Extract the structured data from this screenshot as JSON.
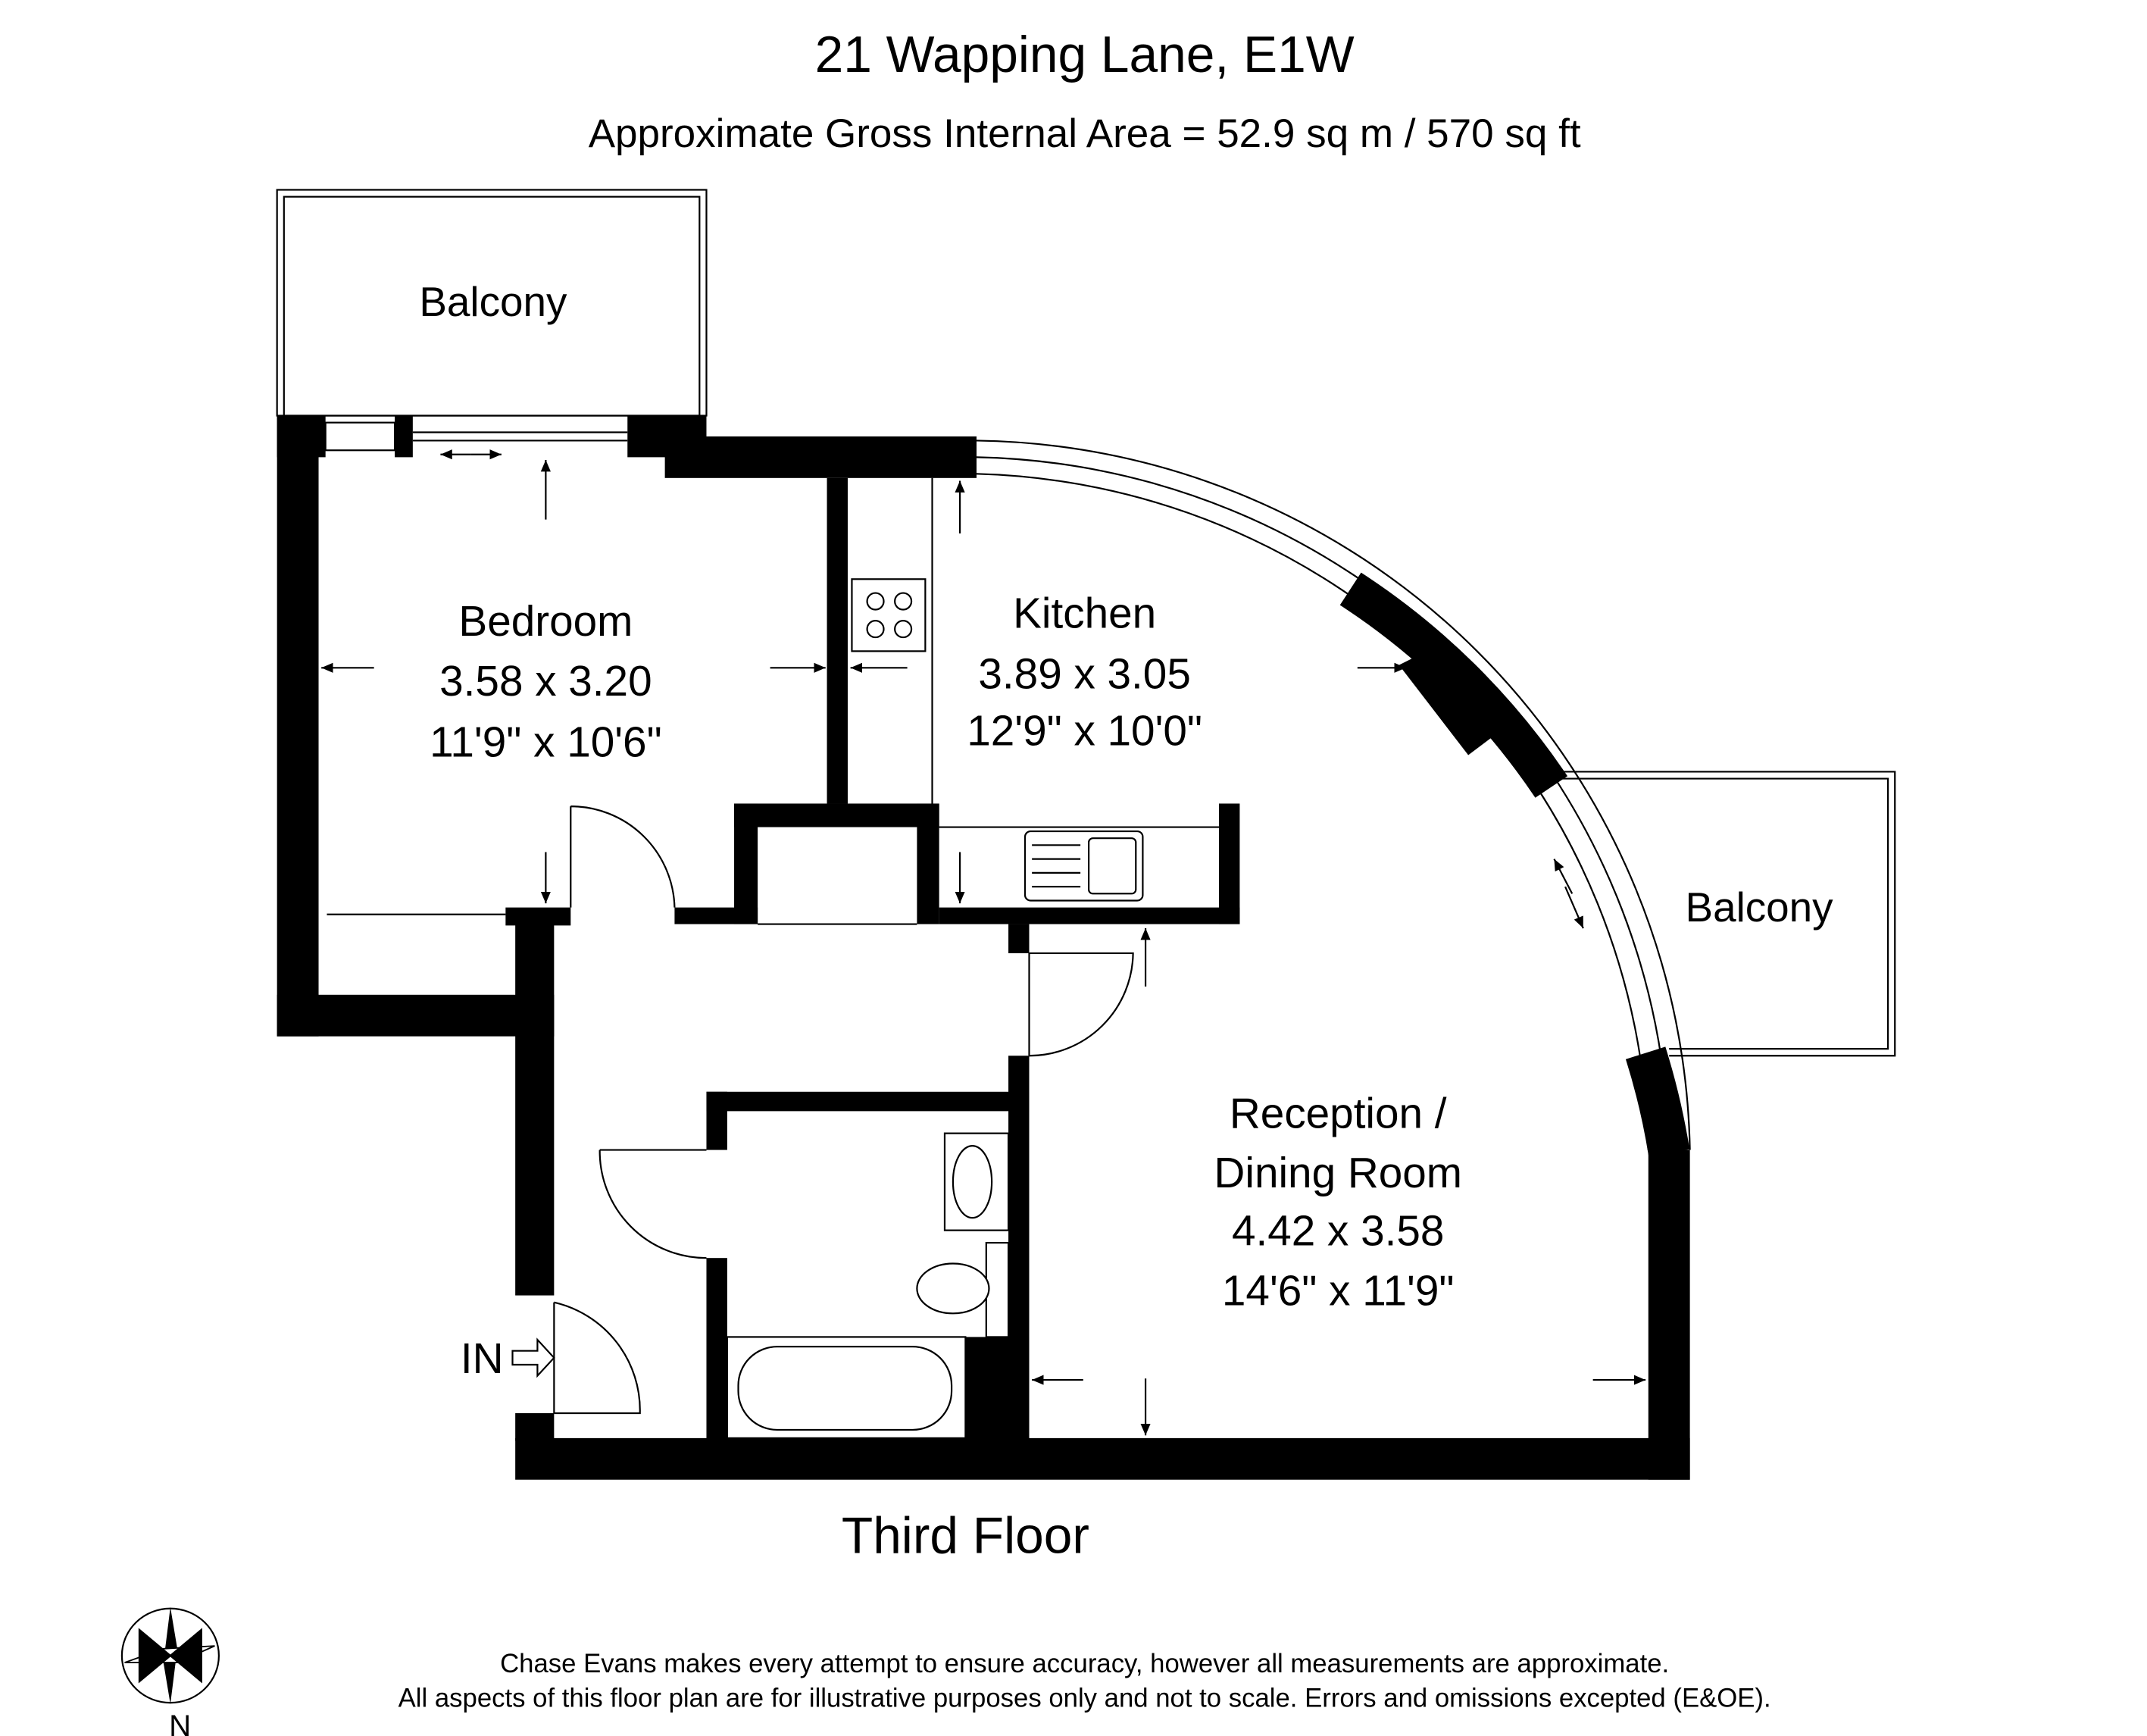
{
  "header": {
    "title": "21 Wapping Lane, E1W",
    "subtitle": "Approximate Gross Internal Area = 52.9 sq m / 570 sq ft"
  },
  "rooms": {
    "balcony_top": {
      "name": "Balcony"
    },
    "balcony_right": {
      "name": "Balcony"
    },
    "bedroom": {
      "name": "Bedroom",
      "metric": "3.58 x 3.20",
      "imperial": "11'9\" x 10'6\""
    },
    "kitchen": {
      "name": "Kitchen",
      "metric": "3.89 x 3.05",
      "imperial": "12'9\" x 10'0\""
    },
    "reception": {
      "name_line1": "Reception /",
      "name_line2": "Dining Room",
      "metric": "4.42 x 3.58",
      "imperial": "14'6\" x 11'9\""
    }
  },
  "entrance_label": "IN",
  "floor_label": "Third Floor",
  "compass": {
    "label": "N"
  },
  "footer": {
    "line1": "Chase Evans makes every attempt to ensure accuracy, however all measurements are approximate.",
    "line2": "All aspects of this floor plan are for illustrative purposes only and not to scale. Errors and omissions excepted (E&OE)."
  }
}
